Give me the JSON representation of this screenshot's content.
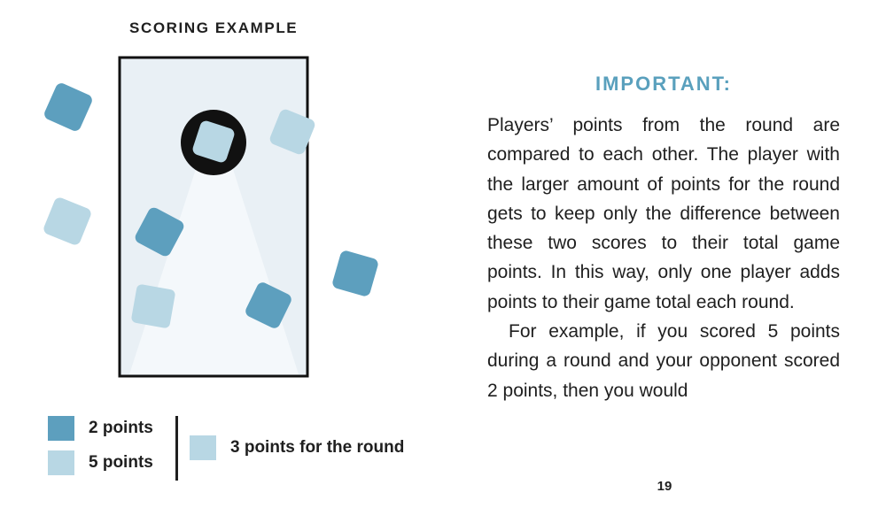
{
  "figure": {
    "title": "SCORING EXAMPLE",
    "colors": {
      "board_fill": "#e9f0f5",
      "board_border": "#111111",
      "hole": "#111111",
      "dark_tile": "#5d9fbe",
      "light_tile": "#b8d7e4",
      "cone": "#f4f8fb"
    },
    "legend": {
      "two_points": "2 points",
      "five_points": "5 points",
      "round_result": "3 points for the round"
    }
  },
  "text": {
    "heading": "IMPORTANT:",
    "paragraph_1": "Players’ points from the round are compared to each other. The player with the larger amount of points for the round gets to keep only the difference between these two scores to their total game points. In this way, only one player adds points to their game total each round.",
    "paragraph_2": "For example, if you scored 5 points during a round and your opponent scored 2 points, then you would"
  },
  "page_number": "19"
}
